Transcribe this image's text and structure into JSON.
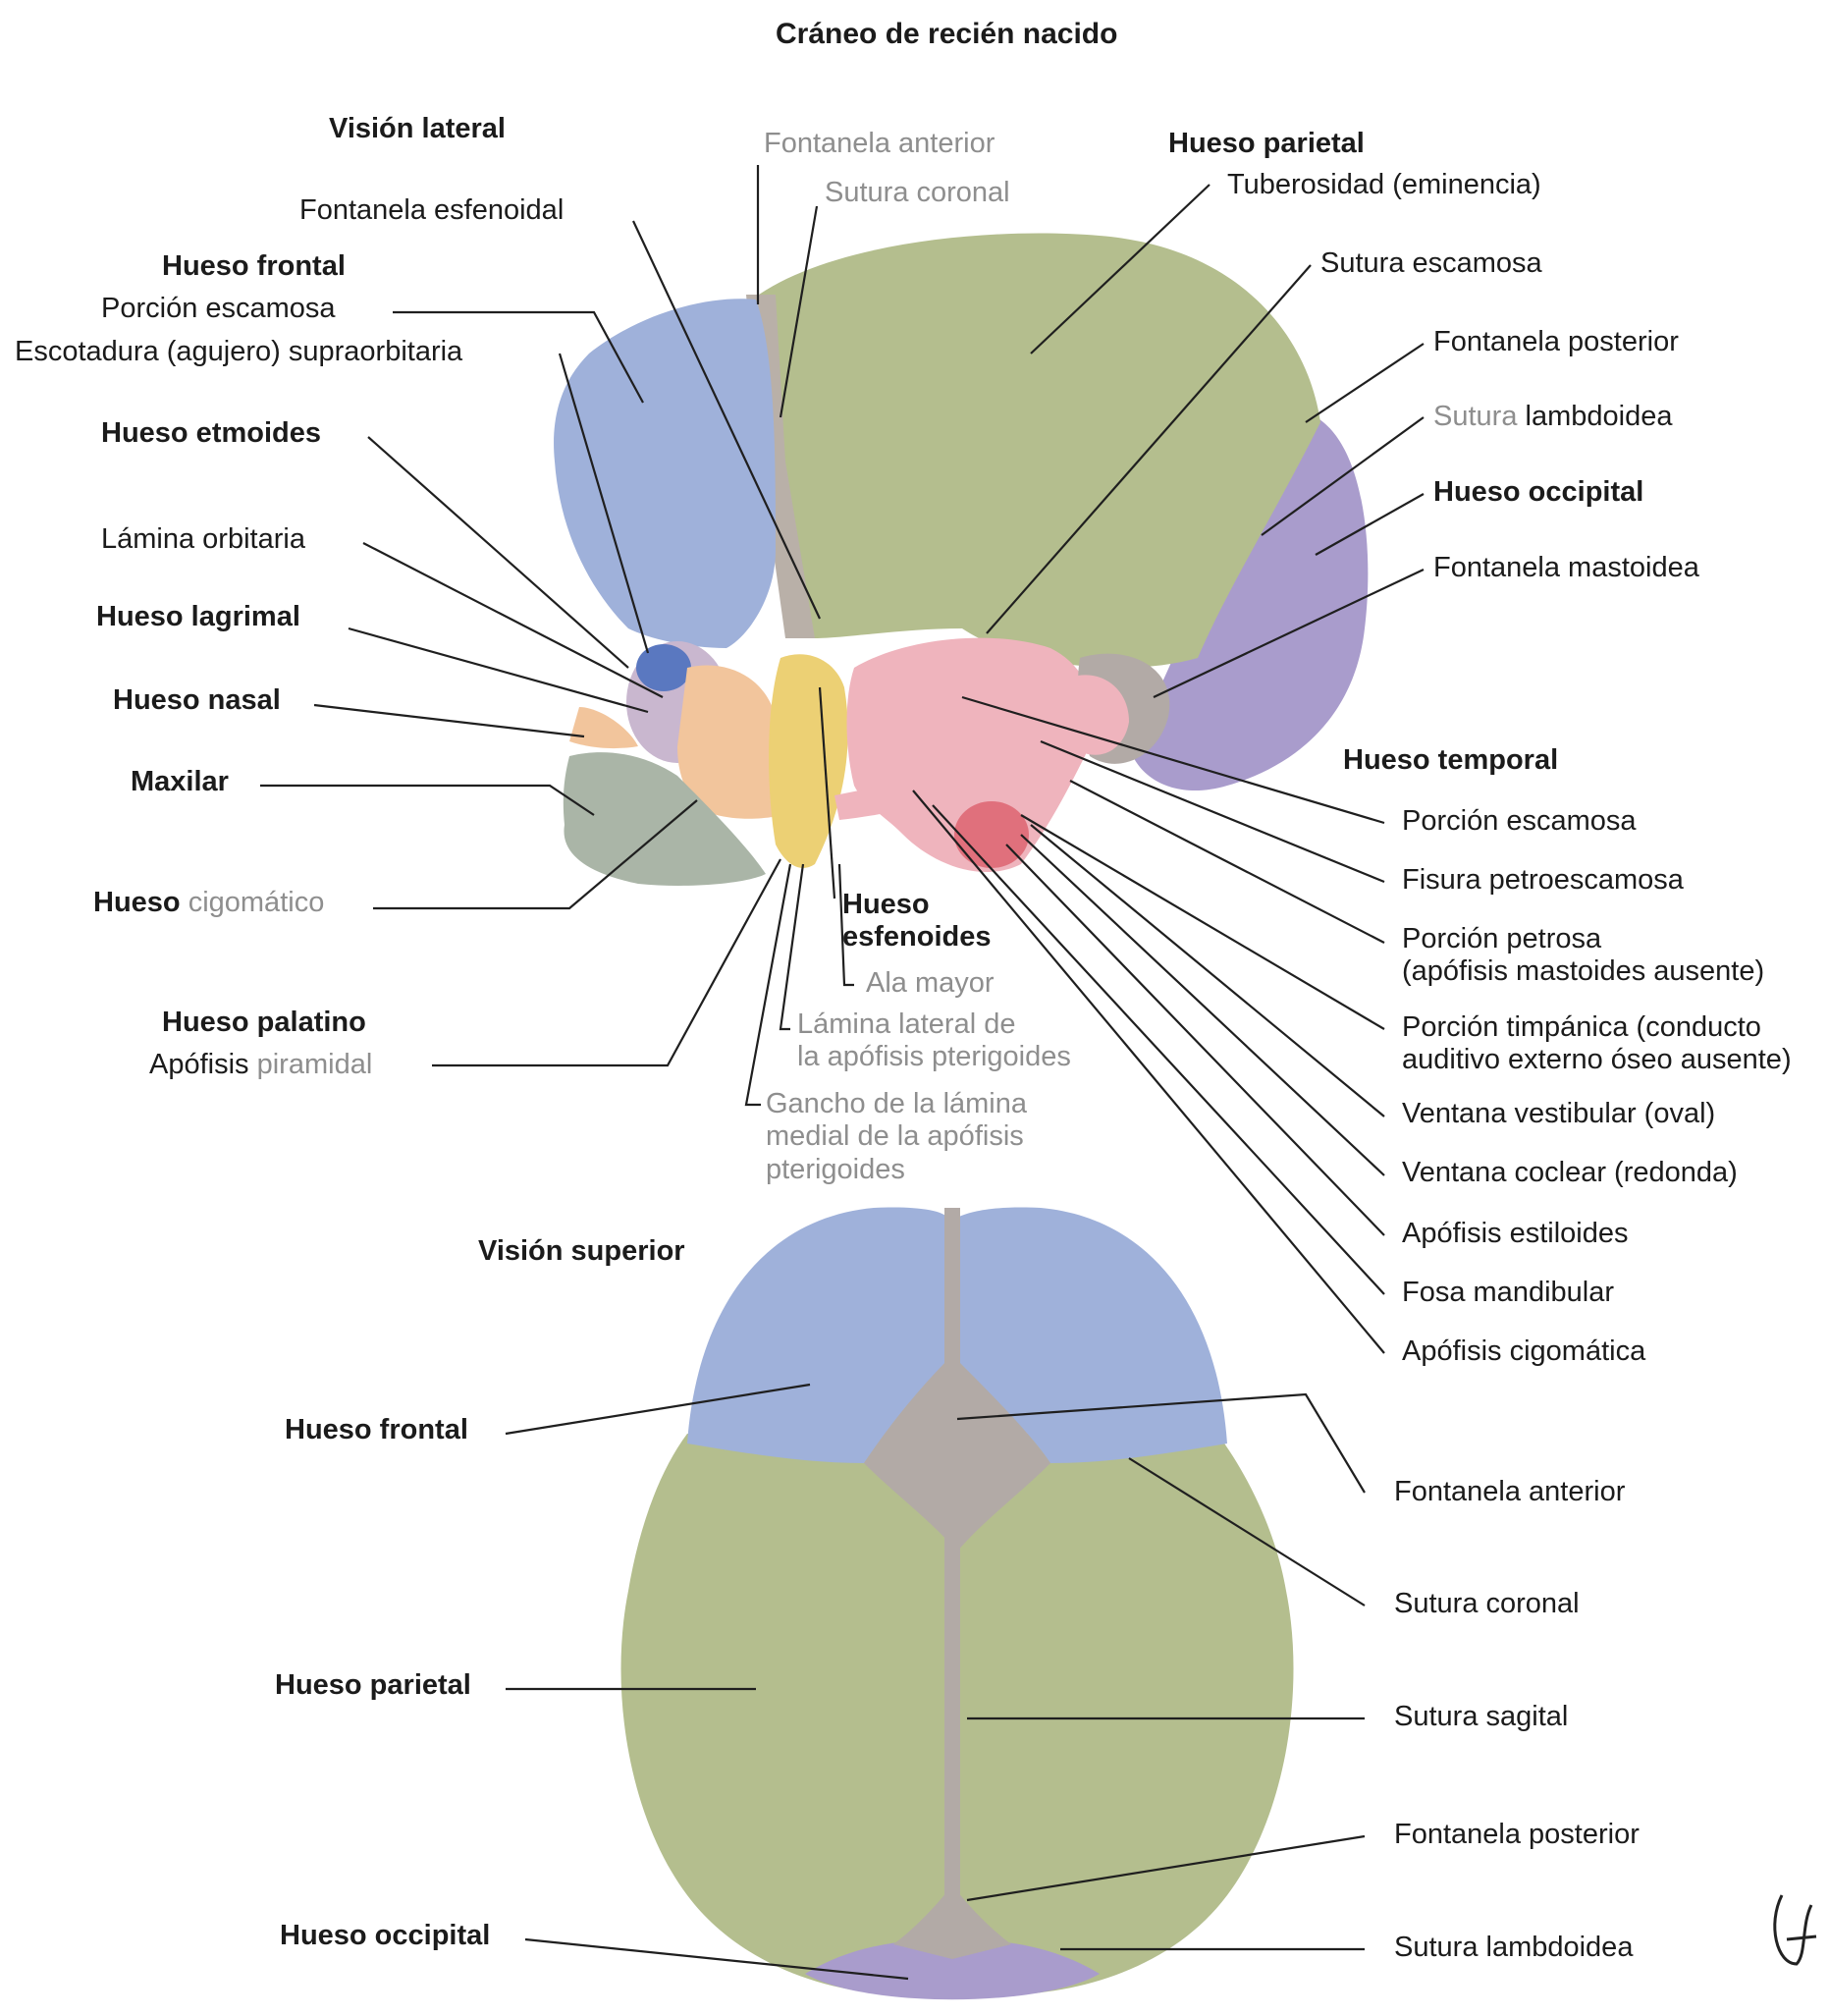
{
  "title": "Cráneo de recién nacido",
  "lateral": {
    "heading": "Visión lateral",
    "fontanela_anterior": "Fontanela anterior",
    "sutura_coronal": "Sutura coronal",
    "fontanela_esfenoidal": "Fontanela esfenoidal",
    "hueso_frontal": "Hueso frontal",
    "porcion_escamosa_frontal": "Porción escamosa",
    "escotadura": "Escotadura (agujero) supraorbitaria",
    "hueso_etmoides": "Hueso etmoides",
    "lamina_orbitaria": "Lámina orbitaria",
    "hueso_lagrimal": "Hueso lagrimal",
    "hueso_nasal": "Hueso nasal",
    "maxilar": "Maxilar",
    "cigomatico_bold": "Hueso",
    "cigomatico_gray": "cigomático",
    "hueso_palatino": "Hueso palatino",
    "apofisis_bold": "Apófisis",
    "apofisis_gray": "piramidal",
    "esfenoides_1": "Hueso",
    "esfenoides_2": "esfenoides",
    "ala_mayor": "Ala mayor",
    "lamina_lateral_1": "Lámina lateral de",
    "lamina_lateral_2": "la apófisis pterigoides",
    "gancho_1": "Gancho de la lámina",
    "gancho_2": "medial de la apófisis",
    "gancho_3": "pterigoides",
    "hueso_parietal": "Hueso parietal",
    "tuberosidad": "Tuberosidad (eminencia)",
    "sutura_escamosa": "Sutura escamosa",
    "fontanela_posterior": "Fontanela posterior",
    "sutura_lambdoidea_gray": "Sutura",
    "sutura_lambdoidea_dark": "lambdoidea",
    "hueso_occipital": "Hueso occipital",
    "fontanela_mastoidea": "Fontanela mastoidea",
    "hueso_temporal": "Hueso temporal",
    "t_porcion_escamosa": "Porción escamosa",
    "t_fisura": "Fisura petroescamosa",
    "t_petrosa_1": "Porción petrosa",
    "t_petrosa_2": "(apófisis mastoides ausente)",
    "t_timpanica_1": "Porción timpánica (conducto",
    "t_timpanica_2": "auditivo externo óseo ausente)",
    "t_vestibular": "Ventana vestibular (oval)",
    "t_coclear": "Ventana coclear (redonda)",
    "t_estiloides": "Apófisis estiloides",
    "t_fosa": "Fosa mandibular",
    "t_cigomatica": "Apófisis cigomática"
  },
  "superior": {
    "heading": "Visión superior",
    "hueso_frontal": "Hueso frontal",
    "hueso_parietal": "Hueso parietal",
    "hueso_occipital": "Hueso occipital",
    "fontanela_anterior": "Fontanela anterior",
    "sutura_coronal": "Sutura coronal",
    "sutura_sagital": "Sutura sagital",
    "fontanela_posterior": "Fontanela posterior",
    "sutura_lambdoidea": "Sutura lambdoidea"
  },
  "colors": {
    "frontal": "#9fb1da",
    "parietal": "#b4be8e",
    "occipital": "#a99ccc",
    "temporal": "#efb4bd",
    "sphenoid": "#ecd074",
    "zygomatic": "#f2c59c",
    "maxilla": "#aab5a7",
    "ethmoid": "#c9b7cf",
    "fontanelle": "#b2aaa6",
    "leader": "#1f1f1f"
  }
}
